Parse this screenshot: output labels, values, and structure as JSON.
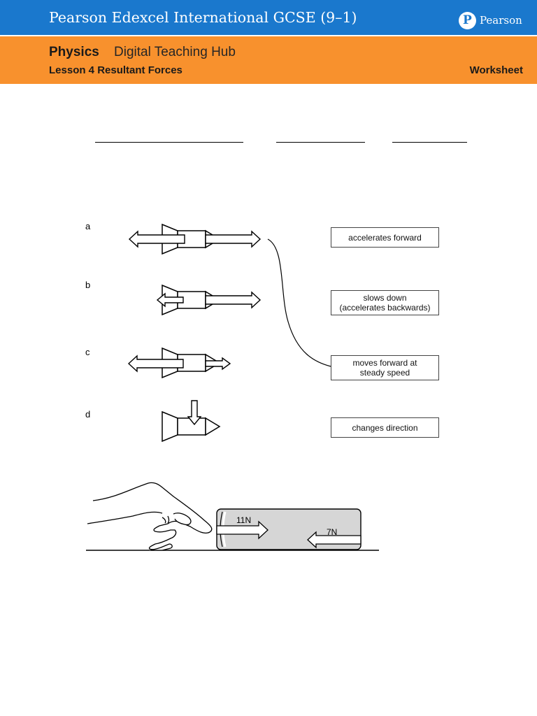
{
  "header": {
    "title": "Pearson Edexcel International GCSE (9–1)",
    "logo_letter": "P",
    "logo_text": "Pearson",
    "subject": "Physics",
    "hub": "Digital Teaching Hub",
    "lesson": "Lesson 4  Resultant Forces",
    "doc_type": "Worksheet"
  },
  "rows": [
    {
      "label": "a"
    },
    {
      "label": "b"
    },
    {
      "label": "c"
    },
    {
      "label": "d"
    }
  ],
  "outcomes": [
    {
      "line1": "accelerates forward",
      "line2": ""
    },
    {
      "line1": "slows down",
      "line2": "(accelerates backwards)"
    },
    {
      "line1": "moves forward at",
      "line2": "steady speed"
    },
    {
      "line1": "changes direction",
      "line2": ""
    }
  ],
  "book_forces": {
    "push": "11N",
    "friction": "7N"
  },
  "colors": {
    "header_blue": "#1a78cd",
    "header_orange": "#f8912d"
  }
}
